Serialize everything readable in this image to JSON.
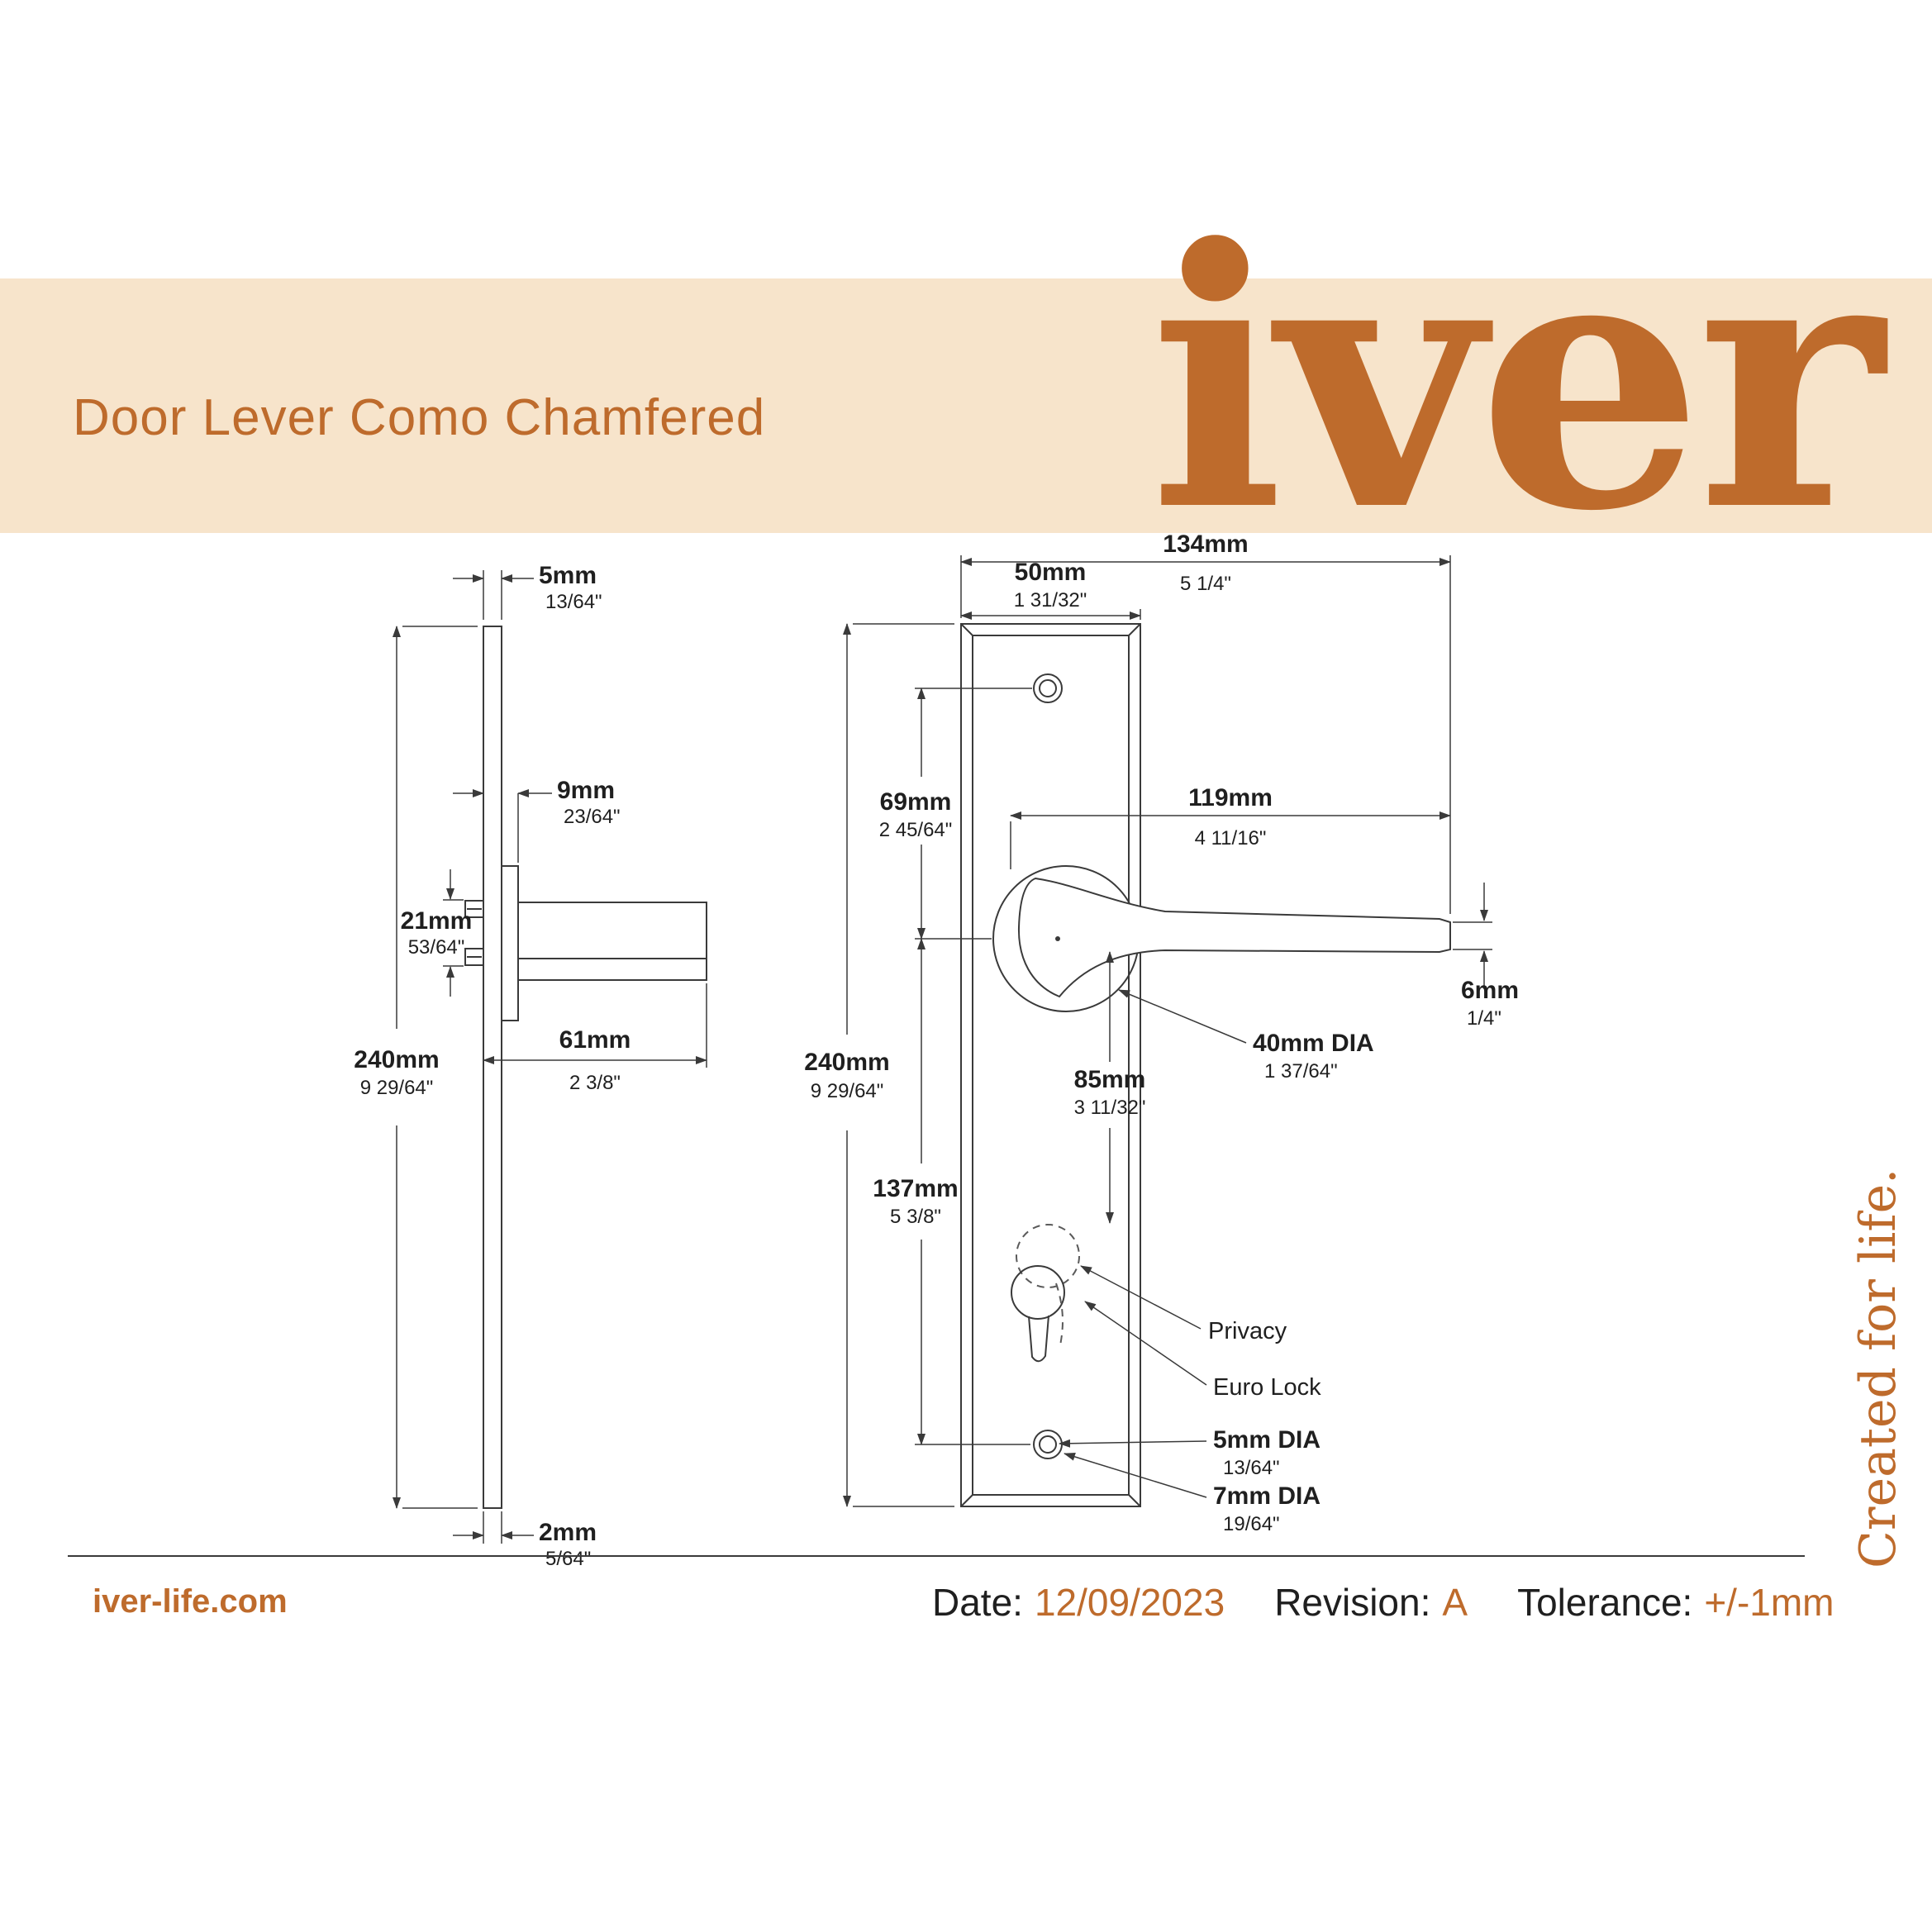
{
  "page": {
    "title": "Door Lever Como Chamfered",
    "accent": "#BE6B2C",
    "band_bg": "#F7E4CB",
    "line_color": "#3a3a3a"
  },
  "brand": {
    "logo_text": "iver",
    "tagline": "Created for life.",
    "website": "iver-life.com"
  },
  "footer": {
    "date_label": "Date:",
    "date_value": "12/09/2023",
    "revision_label": "Revision:",
    "revision_value": "A",
    "tolerance_label": "Tolerance:",
    "tolerance_value": "+/-1mm"
  },
  "side_view": {
    "thickness_top_mm": "5mm",
    "thickness_top_in": "13/64\"",
    "boss_depth_mm": "9mm",
    "boss_depth_in": "23/64\"",
    "fixing_spacing_mm": "21mm",
    "fixing_spacing_in": "53/64\"",
    "height_mm": "240mm",
    "height_in": "9 29/64\"",
    "projection_mm": "61mm",
    "projection_in": "2 3/8\"",
    "thickness_bottom_mm": "2mm",
    "thickness_bottom_in": "5/64\""
  },
  "front_view": {
    "overall_width_mm": "134mm",
    "overall_width_in": "5 1/4\"",
    "plate_width_mm": "50mm",
    "plate_width_in": "1 31/32\"",
    "top_screw_to_centre_mm": "69mm",
    "top_screw_to_centre_in": "2 45/64\"",
    "lever_length_mm": "119mm",
    "lever_length_in": "4 11/16\"",
    "height_mm": "240mm",
    "height_in": "9 29/64\"",
    "centre_to_bottom_screw_mm": "137mm",
    "centre_to_bottom_screw_in": "5 3/8\"",
    "centres_mm": "85mm",
    "centres_in": "3 11/32\"",
    "rose_dia_mm": "40mm DIA",
    "rose_dia_in": "1 37/64\"",
    "lever_end_mm": "6mm",
    "lever_end_in": "1/4\"",
    "privacy_label": "Privacy",
    "euro_lock_label": "Euro Lock",
    "screw_hole_dia_mm": "5mm DIA",
    "screw_hole_dia_in": "13/64\"",
    "screw_head_dia_mm": "7mm DIA",
    "screw_head_dia_in": "19/64\""
  }
}
